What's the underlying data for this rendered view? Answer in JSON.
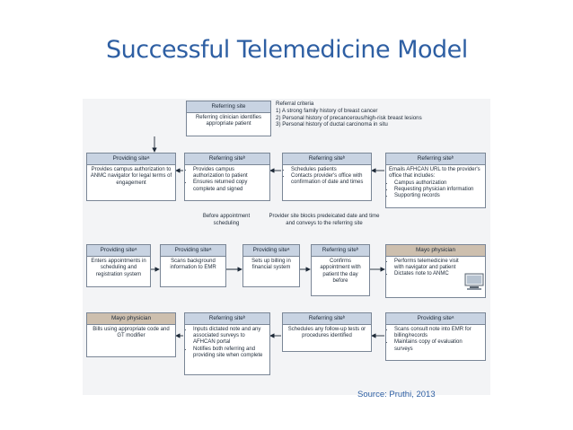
{
  "slide": {
    "title": "Successful Telemedicine Model",
    "source": "Source: Pruthi, 2013"
  },
  "diagram": {
    "top": {
      "header": "Referring site",
      "body": "Referring clinician identifies appropriate patient"
    },
    "criteria": {
      "title": "Referral criteria",
      "items": [
        "1) A strong family history of breast cancer",
        "2) Personal history of precancerous/high-risk breast lesions",
        "3) Personal history of ductal carcinoma in situ"
      ]
    },
    "row1": [
      {
        "header": "Providing siteᵃ",
        "body": "Provides campus authorization to ANMC navigator for legal terms of engagement"
      },
      {
        "header": "Referring siteᵇ",
        "bullets": [
          "Provides campus authorization to patient",
          "Ensures returned copy complete and signed"
        ]
      },
      {
        "header": "Referring siteᵇ",
        "bullets": [
          "Schedules patients",
          "Contacts provider's office with confirmation of date and times"
        ]
      },
      {
        "header": "Referring siteᵇ",
        "intro": "Emails AFHCAN URL to the provider's office that includes:",
        "bullets": [
          "Campus authorization",
          "Requesting physician information",
          "Supporting records"
        ]
      }
    ],
    "notes": {
      "before": "Before appointment scheduling",
      "provider": "Provider site blocks predeicated date and time and conveys to the referring site"
    },
    "row2": [
      {
        "header": "Providing siteᵃ",
        "body": "Enters appointments in scheduling and registration system"
      },
      {
        "header": "Providing siteᵃ",
        "body": "Scans background information to EMR"
      },
      {
        "header": "Providing siteᵃ",
        "body": "Sets up billing in financial system"
      },
      {
        "header": "Referring siteᵇ",
        "body": "Confirms appointment with patient the day before"
      },
      {
        "header": "Mayo physician",
        "bullets": [
          "Performs telemedicine visit with navigator and patient",
          "Dictates note to ANMC"
        ]
      }
    ],
    "row3": [
      {
        "header": "Mayo physician",
        "body": "Bills using appropriate code and GT modifier"
      },
      {
        "header": "Referring siteᵇ",
        "bullets": [
          "Inputs dictated note and any associated surveys to AFHCAN portal",
          "Notifies both referring and providing site when complete"
        ]
      },
      {
        "header": "Referring siteᵇ",
        "body": "Schedules any follow-up tests or procedures identified"
      },
      {
        "header": "Providing siteᵃ",
        "bullets": [
          "Scans consult note into EMR for billing/records",
          "Maintains copy of evaluation surveys"
        ]
      }
    ],
    "colors": {
      "title": "#2e5fa3",
      "header_blue": "#c8d3e2",
      "header_brown": "#cdbfae",
      "border": "#7a8696",
      "arrow": "#1e2a38"
    },
    "icons": [
      "computer-icon"
    ]
  }
}
